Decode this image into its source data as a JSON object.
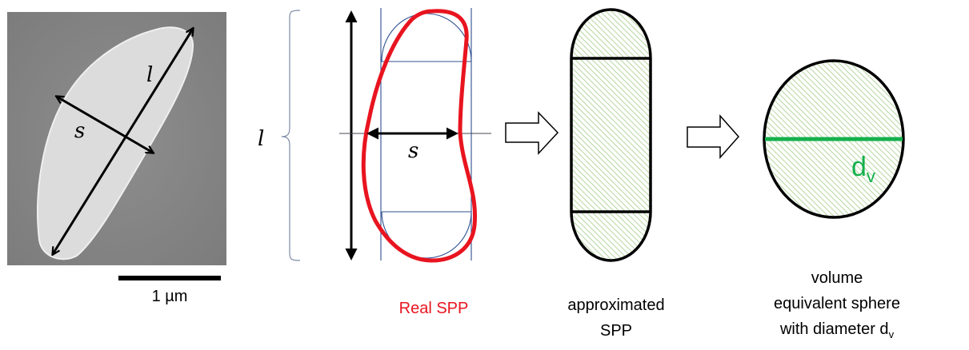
{
  "sem_panel": {
    "length_label": "l",
    "width_label": "s",
    "scale_bar_label": "1 µm"
  },
  "real_spp_panel": {
    "length_label": "l",
    "width_label": "s",
    "caption": "Real SPP"
  },
  "approx_panel": {
    "caption_line1": "approximated",
    "caption_line2": "SPP"
  },
  "sphere_panel": {
    "diameter_label": "d",
    "diameter_sub": "v",
    "caption_line1": "volume",
    "caption_line2": "equivalent sphere",
    "caption_line3": "with diameter d",
    "caption_line3_sub": "v"
  },
  "colors": {
    "real_outline": "#e8141f",
    "hatch": "#b5d6a0",
    "diameter": "#14b04c",
    "construction": "#2f4f8f"
  }
}
